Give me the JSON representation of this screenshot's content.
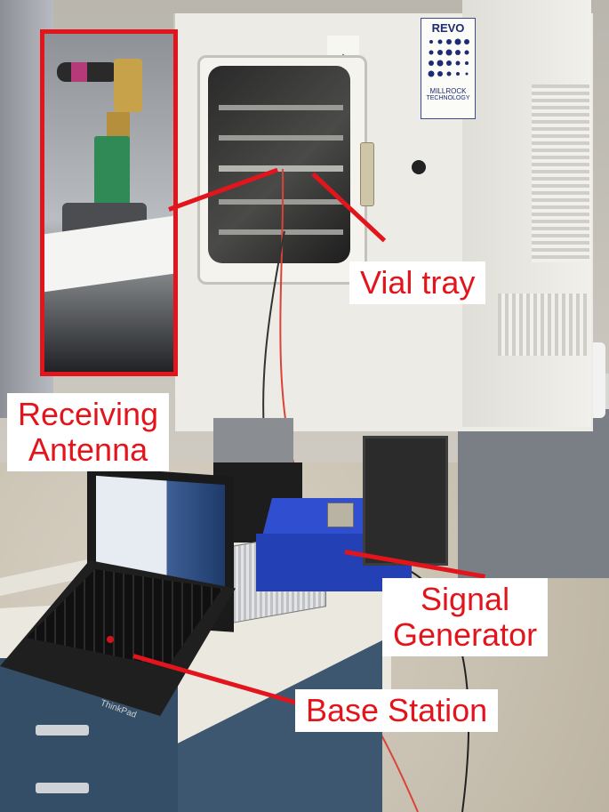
{
  "labels": {
    "vial_tray": "Vial tray",
    "receiving_antenna_line1": "Receiving",
    "receiving_antenna_line2": "Antenna",
    "signal_generator_line1": "Signal",
    "signal_generator_line2": "Generator",
    "base_station": "Base Station"
  },
  "equipment_branding": {
    "revo_badge_top": "REVO",
    "revo_badge_bottom_1": "MILLROCK",
    "revo_badge_bottom_2": "TECHNOLOGY",
    "laptop_brand": "ThinkPad"
  },
  "colors": {
    "annotation_red": "#e3151c",
    "label_background": "#ffffff",
    "signal_generator_blue": "#2f4fd0",
    "freeze_dryer_body": "#ecebe5"
  }
}
